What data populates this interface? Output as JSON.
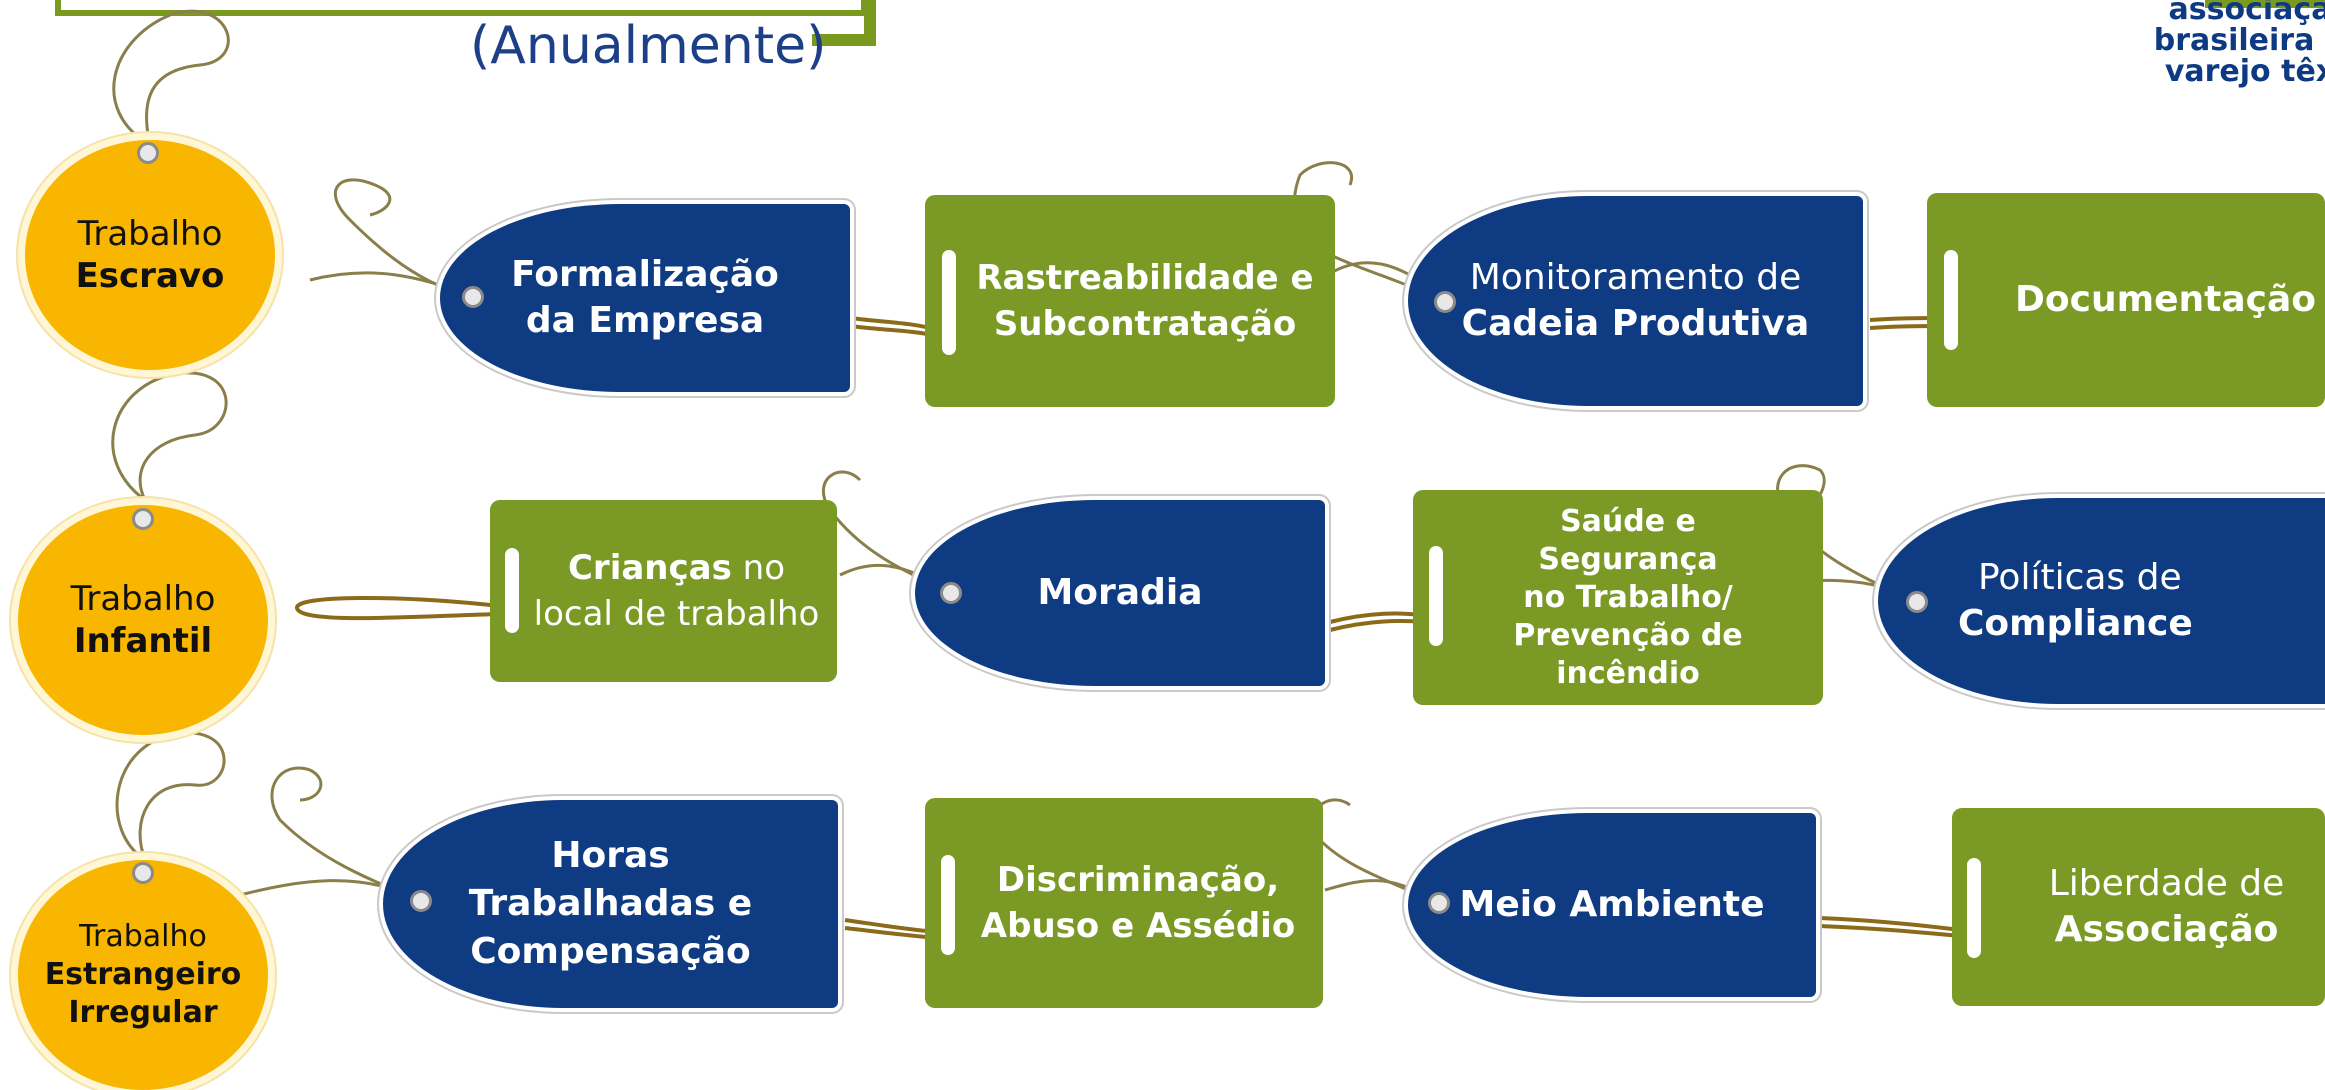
{
  "subtitle": "(Anualmente)",
  "logo": {
    "line1": "associaçã",
    "line2": "brasileira d",
    "line3": "varejo têx"
  },
  "colors": {
    "blue": "#0f3b82",
    "green": "#7a9a25",
    "yellow": "#f9b600",
    "header_blue": "#1d3f87"
  },
  "circles": [
    {
      "line1": "Trabalho",
      "line2": "Escravo"
    },
    {
      "line1": "Trabalho",
      "line2": "Infantil"
    },
    {
      "line1": "Trabalho",
      "line2": "Estrangeiro",
      "line3": "Irregular"
    }
  ],
  "row1": {
    "tag1": {
      "t1": "Formalização",
      "t2": "da Empresa"
    },
    "tag2": {
      "t1": "Rastreabilidade e",
      "t2": "Subcontratação"
    },
    "tag3": {
      "t1": "Monitoramento de",
      "t2": "Cadeia Produtiva"
    },
    "tag4": {
      "t1": "Documentação"
    }
  },
  "row2": {
    "tag1": {
      "t1a": "Crianças",
      "t1b": " no",
      "t2": "local de trabalho"
    },
    "tag2": {
      "t1": "Moradia"
    },
    "tag3": {
      "t1": "Saúde e",
      "t2": "Segurança",
      "t3": "no Trabalho/",
      "t4": "Prevenção de",
      "t5": "incêndio"
    },
    "tag4": {
      "t1": "Políticas de",
      "t2": "Compliance"
    }
  },
  "row3": {
    "tag1": {
      "t1": "Horas",
      "t2": "Trabalhadas e",
      "t3": "Compensação"
    },
    "tag2": {
      "t1": "Discriminação,",
      "t2": "Abuso e Assédio"
    },
    "tag3": {
      "t1": "Meio Ambiente"
    },
    "tag4": {
      "t1": "Liberdade de",
      "t2": "Associação"
    }
  }
}
